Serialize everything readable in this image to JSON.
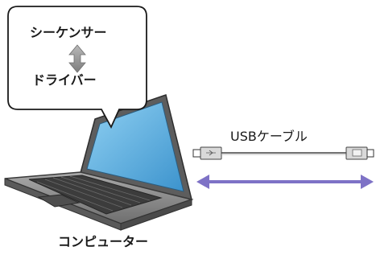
{
  "bubble": {
    "top_label": "シーケンサー",
    "bottom_label": "ドライバー",
    "arrow_color": "#9a9a9a"
  },
  "cable": {
    "label": "USBケーブル",
    "arrow_color": "#7e72c6"
  },
  "computer": {
    "label": "コンピューター",
    "screen_color": "#6ab4e0",
    "body_color": "#8a8a8a"
  }
}
